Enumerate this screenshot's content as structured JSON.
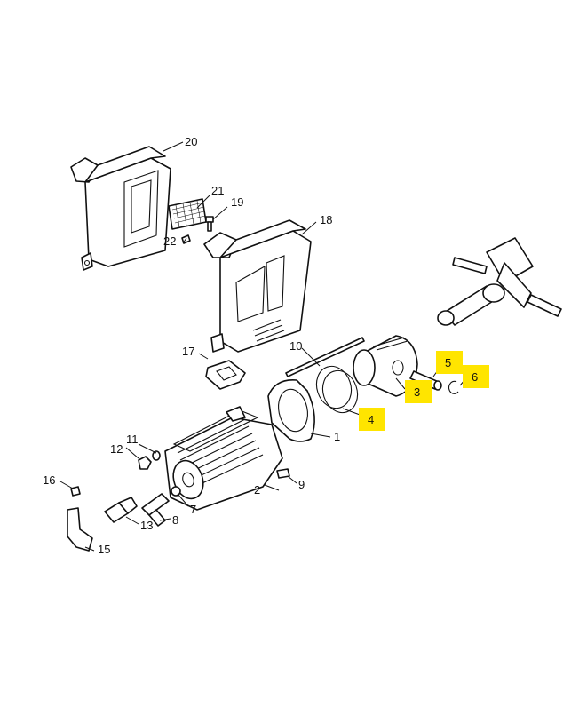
{
  "diagram": {
    "labels": {
      "p1": "1",
      "p2": "2",
      "p3": "3",
      "p4": "4",
      "p5": "5",
      "p6": "6",
      "p7": "7",
      "p8": "8",
      "p9": "9",
      "p10": "10",
      "p11": "11",
      "p12": "12",
      "p13": "13",
      "p15": "15",
      "p16": "16",
      "p17": "17",
      "p18": "18",
      "p19": "19",
      "p20": "20",
      "p21": "21",
      "p22": "22"
    },
    "highlighted": [
      "3",
      "4",
      "5",
      "6"
    ],
    "highlight_color": "#ffe500"
  }
}
